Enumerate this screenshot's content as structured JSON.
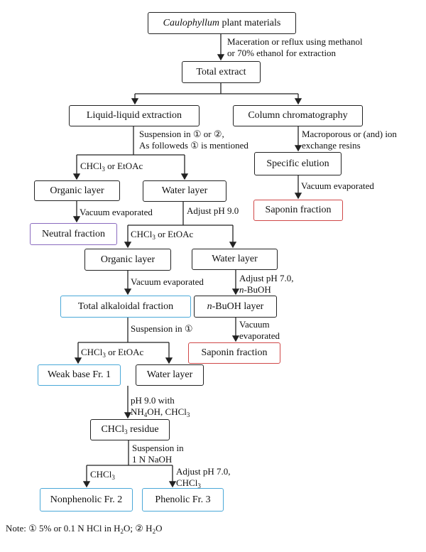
{
  "boxes": {
    "plant_pre": "",
    "plant_italic": "Caulophyllum",
    "plant_post": " plant materials",
    "total_extract": "Total extract",
    "lle": "Liquid-liquid extraction",
    "column_chrom": "Column chromatography",
    "specific_elution": "Specific elution",
    "organic1": "Organic layer",
    "water1": "Water layer",
    "saponin1": "Saponin fraction",
    "neutral": "Neutral fraction",
    "organic2": "Organic layer",
    "water2": "Water layer",
    "total_alk": "Total alkaloidal fraction",
    "nbuoh_italic": "n",
    "nbuoh_rest": "-BuOH layer",
    "saponin2": "Saponin fraction",
    "weak_base": "Weak base Fr. 1",
    "water3": "Water layer",
    "chcl3_res_a": "CHCl",
    "chcl3_res_sub": "3",
    "chcl3_res_b": " residue",
    "nonphenolic": "Nonphenolic Fr. 2",
    "phenolic": "Phenolic Fr. 3"
  },
  "labels": {
    "maceration_1": "Maceration or reflux using methanol",
    "maceration_2": "or 70% ethanol for extraction",
    "susp_1": "Suspension in ① or ②,",
    "susp_2": "As followeds ① is mentioned",
    "macro_1": "Macroporous or (and) ion",
    "macro_2": "exchange resins",
    "chcl_a": "CHCl",
    "sub3": "3",
    "or_etoac": " or EtOAc",
    "vac_evap": "Vacuum evaporated",
    "vac_evap2": "Vacuum evaporated",
    "adjust_ph9": "Adjust pH 9.0",
    "vac_evap3": "Vacuum evaporated",
    "adjust_ph7": "Adjust pH 7.0,",
    "nbuoh_n": "n",
    "nbuoh_tail": "-BuOH",
    "vacuum": "Vacuum",
    "evaporated": "evaporated",
    "susp_in_1": "Suspension in ①",
    "ph9_with": "pH 9.0 with",
    "nh": "NH",
    "sub4": "4",
    "oh_chcl": "OH, CHCl",
    "susp_in": "Suspension in",
    "naoh": "1 N NaOH",
    "adjust_ph7b": "Adjust pH 7.0,",
    "chcl": "CHCl"
  },
  "note": {
    "prefix": "Note: ① 5% or 0.1 N HCl in H",
    "sub2a": "2",
    "mid": "O; ② H",
    "sub2b": "2",
    "end": "O"
  },
  "colors": {
    "neutral_border": "#8a6bbf",
    "saponin_border": "#d04848",
    "fraction_border": "#4aa8d8",
    "default_border": "#222222"
  }
}
